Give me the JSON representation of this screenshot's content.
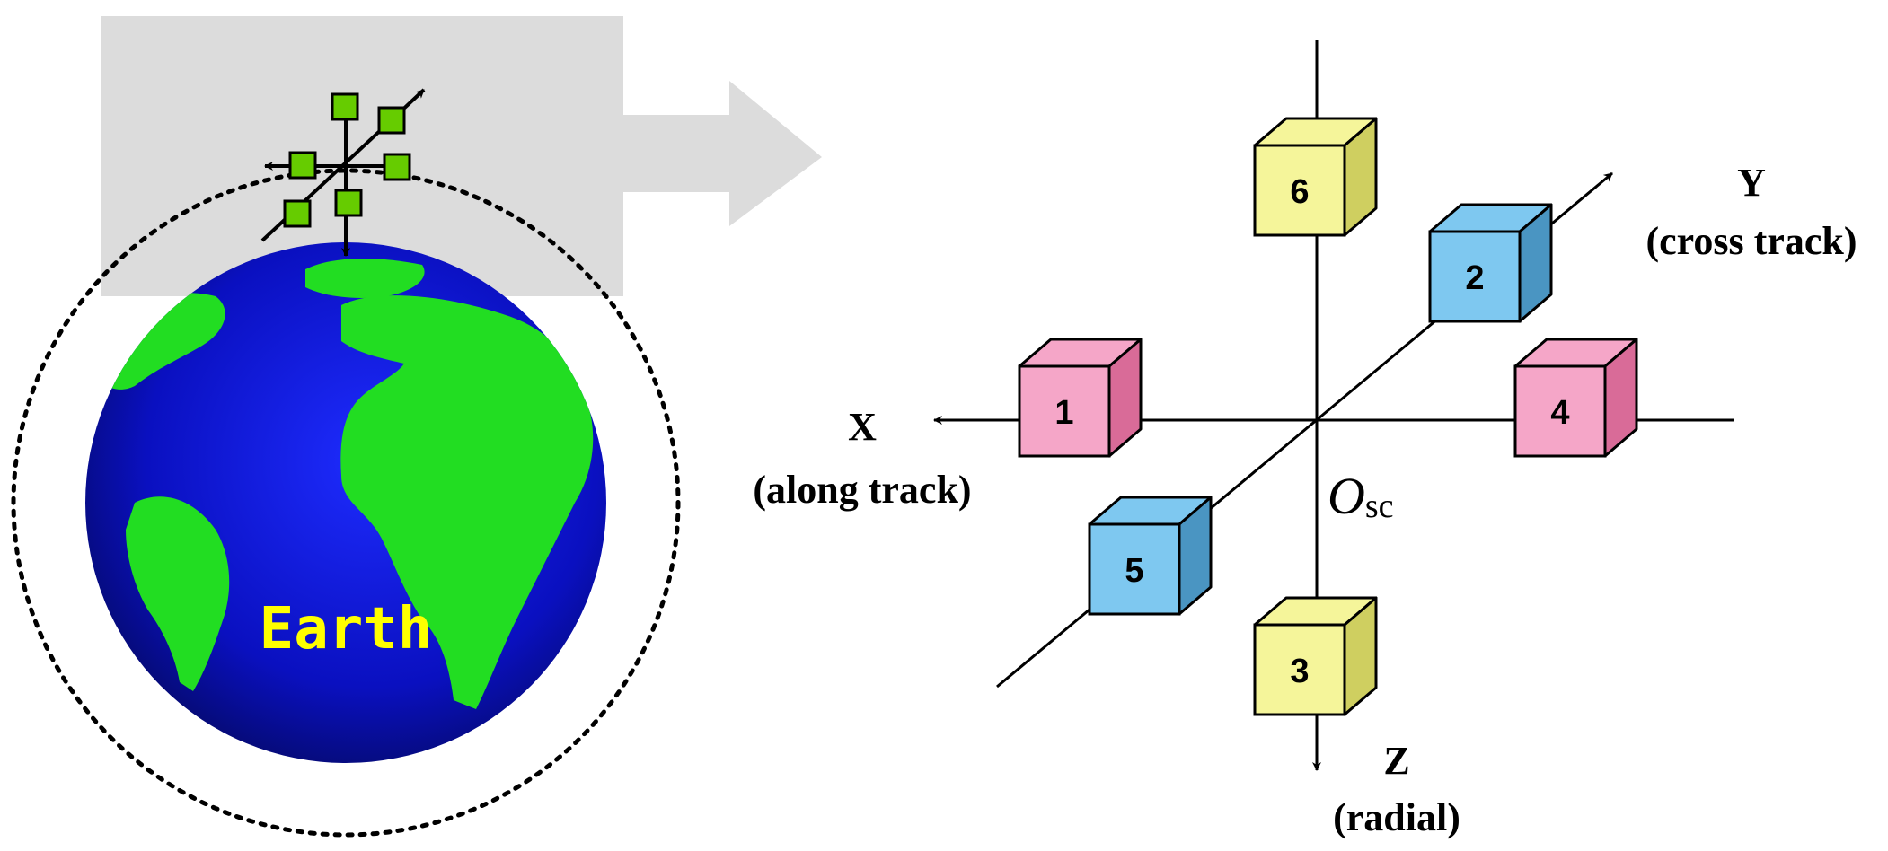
{
  "earth": {
    "label": "Earth"
  },
  "axes": {
    "x": {
      "name": "X",
      "desc": "(along track)"
    },
    "y": {
      "name": "Y",
      "desc": "(cross track)"
    },
    "z": {
      "name": "Z",
      "desc": "(radial)"
    }
  },
  "origin": {
    "main": "O",
    "sub": "sc"
  },
  "cubes": [
    {
      "num": "1"
    },
    {
      "num": "2"
    },
    {
      "num": "3"
    },
    {
      "num": "4"
    },
    {
      "num": "5"
    },
    {
      "num": "6"
    }
  ],
  "colors": {
    "pink": "#f5a6c8",
    "blue": "#7ec8f0",
    "yellow": "#f5f59a",
    "satellite_green": "#66cc00",
    "ocean": "#0a10c8",
    "land": "#22dd22",
    "panel_gray": "#dcdcdc",
    "label_yellow": "#ffff00"
  }
}
